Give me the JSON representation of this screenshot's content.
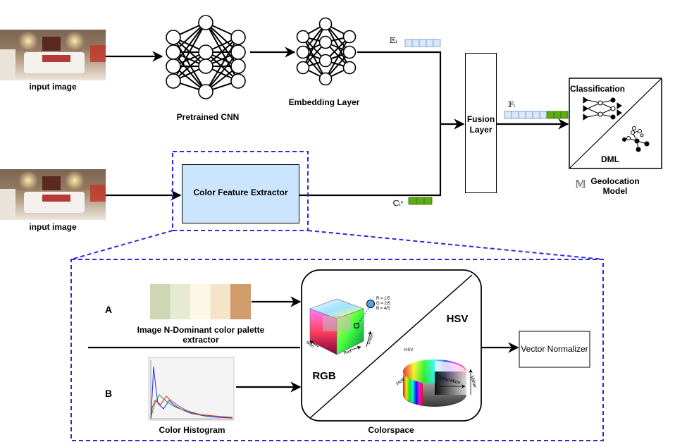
{
  "top": {
    "input_image_1": "input image",
    "input_image_2": "input image",
    "pretrained_cnn": "Pretrained CNN",
    "embedding_layer": "Embedding Layer",
    "color_feature_extractor": "Color Feature Extractor",
    "fusion_layer_line1": "Fusion",
    "fusion_layer_line2": "Layer",
    "classification": "Classification",
    "dml": "DML",
    "geolocation_line1": "Geolocation",
    "geolocation_line2": "Model",
    "symbol_e": "𝔼ᵢ",
    "symbol_f": "𝔽ᵢ",
    "symbol_c": "ℂᵢˢ",
    "symbol_m": "𝕄"
  },
  "detail": {
    "label_a": "A",
    "label_b": "B",
    "palette_line1": "Image N-Dominant color palette",
    "palette_line2": "extractor",
    "histogram": "Color Histogram",
    "rgb": "RGB",
    "hsv": "HSV",
    "colorspace": "Colorspace",
    "vector_normalizer": "Vector Normalizer",
    "rgb_readout": [
      "R = 1/5",
      "G = 2/5",
      "B = 4/5"
    ],
    "rgb_axis_red": "Red",
    "rgb_axis_green": "Green",
    "rgb_axis_blue": "Blue",
    "hsv_mini_title": "HSV",
    "hsv_axis_hue": "Hue",
    "hsv_axis_saturation": "Saturation",
    "hsv_axis_value": "Value"
  },
  "colors": {
    "dashed_border": "#2b2bd6",
    "extractor_fill": "#cce5ff",
    "embedding_cell": "#dae8fc",
    "embedding_cell_border": "#6c8ebf",
    "color_cell": "#60a917",
    "color_cell_border": "#2d7600",
    "palette": [
      "#cfd6b4",
      "#e6ead0",
      "#fdf8e5",
      "#f4e5c8",
      "#d09c6b"
    ]
  }
}
